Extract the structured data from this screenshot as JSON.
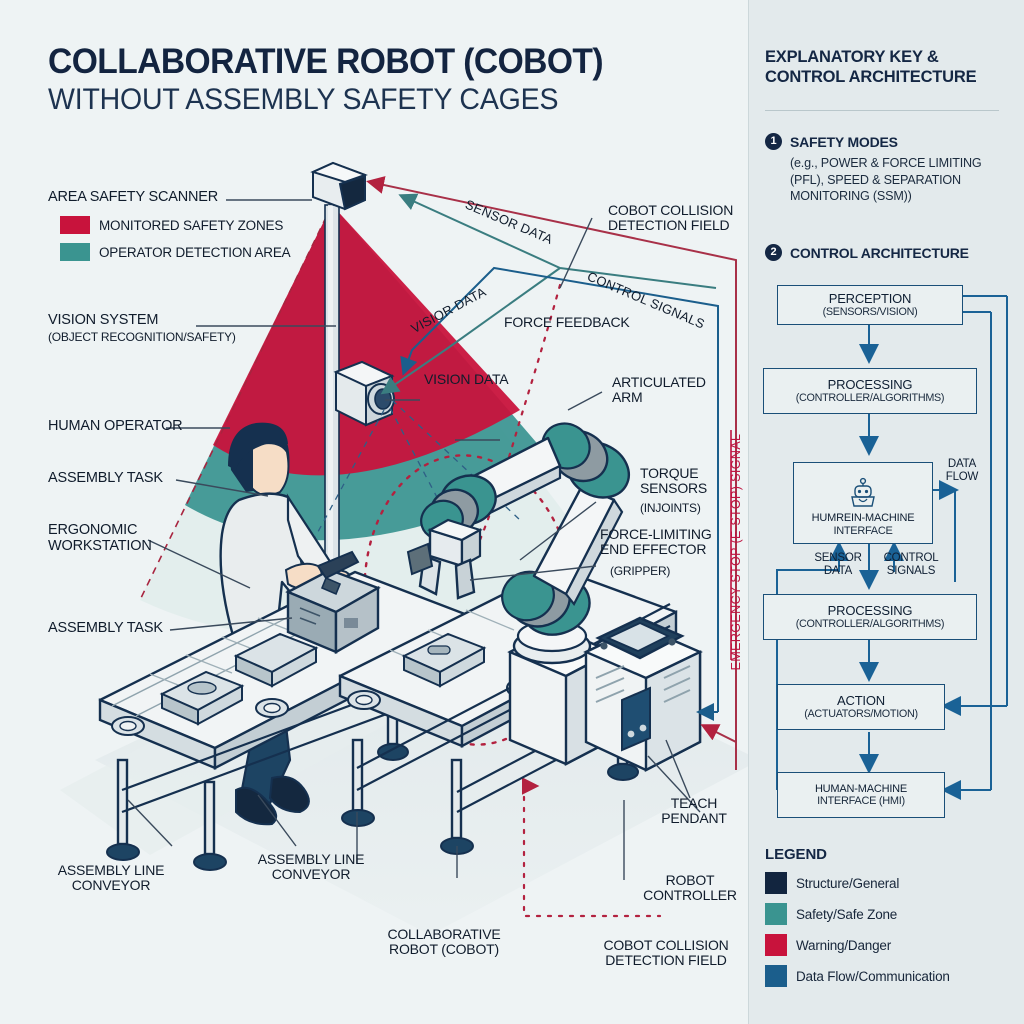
{
  "meta": {
    "bg_left": "#eef3f4",
    "bg_right": "#e3eaec"
  },
  "header": {
    "title_main": "COLLABORATIVE ROBOT (COBOT)",
    "title_sub": "WITHOUT ASSEMBLY SAFETY CAGES"
  },
  "colors": {
    "structure": "#12253f",
    "safety": "#3a9490",
    "warning": "#c8133c",
    "dataflow": "#1b5e8c",
    "outline": "#15304f",
    "metal_light": "#f2f5f6",
    "metal_mid": "#ccd5da",
    "metal_dark": "#9fb0b8"
  },
  "diagram": {
    "labels": {
      "area_safety_scanner": "AREA SAFETY SCANNER",
      "monitored_safety_zones": "MONITORED SAFETY ZONES",
      "operator_detection_area": "OPERATOR DETECTION AREA",
      "vision_system": "VISION SYSTEM",
      "vision_system_sub": "(OBJECT RECOGNITION/SAFETY)",
      "human_operator": "HUMAN OPERATOR",
      "assembly_task_1": "ASSEMBLY TASK",
      "ergonomic_workstation": "ERGONOMIC\nWORKSTATION",
      "assembly_task_2": "ASSEMBLY TASK",
      "assembly_line_conveyor_1": "ASSEMBLY LINE\nCONVEYOR",
      "assembly_line_conveyor_2": "ASSEMBLY LINE\nCONVEYOR",
      "collaborative_robot": "COLLABORATIVE\nROBOT (COBOT)",
      "cobot_collision_bottom": "COBOT COLLISION\nDETECTION FIELD",
      "cobot_collision_top": "COBOT COLLISION\nDETECTION FIELD",
      "teach_pendant": "TEACH\nPENDANT",
      "robot_controller": "ROBOT\nCONTROLLER",
      "force_feedback": "FORCE FEEDBACK",
      "vision_data": "VISION DATA",
      "articulated_arm": "ARTICULATED\nARM",
      "torque_sensors": "TORQUE\nSENSORS",
      "torque_sensors_sub": "(INJOINTS)",
      "force_limiting_end_effector": "FORCE-LIMITING\nEND EFFECTOR",
      "force_limiting_sub": "(GRIPPER)",
      "sensor_data_flow": "SENSOR DATA",
      "visior_data_flow": "VISIOR DATA",
      "control_signals_flow": "CONTROL SIGNALS",
      "emergency_stop": "EMERGENCY STOP (E-STOP) SIGNAL"
    },
    "swatches": [
      {
        "name": "monitored-safety-zones",
        "color": "#c8133c",
        "label": "MONITORED SAFETY ZONES"
      },
      {
        "name": "operator-detection-area",
        "color": "#3a9490",
        "label": "OPERATOR DETECTION AREA"
      }
    ]
  },
  "panel": {
    "title": "EXPLANATORY KEY &\nCONTROL ARCHITECTURE",
    "items": [
      {
        "number": "1",
        "title": "SAFETY MODES",
        "body": "(e.g., POWER & FORCE LIMITING (PFL), SPEED & SEPARATION MONITORING (SSM))"
      },
      {
        "number": "2",
        "title": "CONTROL ARCHITECTURE",
        "body": ""
      }
    ],
    "flow": {
      "boxes": [
        {
          "name": "perception",
          "line1": "PERCEPTION",
          "line2": "(SENSORS/VISION)"
        },
        {
          "name": "processing-1",
          "line1": "PROCESSING",
          "line2": "(CONTROLLER/ALGORITHMS)"
        },
        {
          "name": "hmi-icon-box",
          "line1": "HUMREIN-MACHINE",
          "line2": "INTERFACE"
        },
        {
          "name": "processing-2",
          "line1": "PROCESSING",
          "line2": "(CONTROLLER/ALGORITHMS)"
        },
        {
          "name": "action",
          "line1": "ACTION",
          "line2": "(ACTUATORS/MOTION)"
        },
        {
          "name": "hmi",
          "line1": "HUMAN-MACHINE",
          "line2": "INTERFACE (HMI)"
        }
      ],
      "edge_labels": {
        "data_flow": "DATA\nFLOW",
        "sensor_data": "SENSOR\nDATA",
        "control_signals": "CONTROL\nSIGNALS"
      }
    },
    "legend": {
      "title": "LEGEND",
      "items": [
        {
          "color": "#12253f",
          "label": "Structure/General"
        },
        {
          "color": "#3a9490",
          "label": "Safety/Safe Zone"
        },
        {
          "color": "#c8133c",
          "label": "Warning/Danger"
        },
        {
          "color": "#1b5e8c",
          "label": "Data Flow/Communication"
        }
      ]
    }
  }
}
